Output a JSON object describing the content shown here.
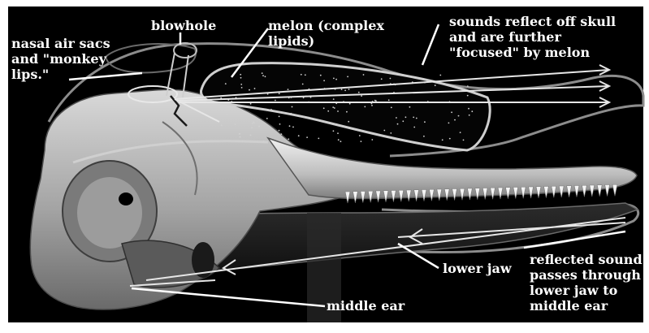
{
  "labels": {
    "blowhole": "blowhole",
    "nasal_air_sacs": "nasal air sacs\nand \"monkey\nlips.\"",
    "melon": "melon (complex\nlipids)",
    "sounds_reflect": "sounds reflect off skull\nand are further\n\"focused\" by melon",
    "lower_jaw": "lower jaw",
    "reflected_sound": "reflected sound\npasses through\nlower jaw to\nmiddle ear",
    "middle_ear": "middle ear"
  },
  "colors": {
    "background": "#000000",
    "bone_light": "#e6e6e6",
    "bone_mid": "#a9a9a9",
    "bone_dark": "#5e5e5e",
    "outline": "#9a9a9a",
    "annotation": "#ffffff"
  }
}
